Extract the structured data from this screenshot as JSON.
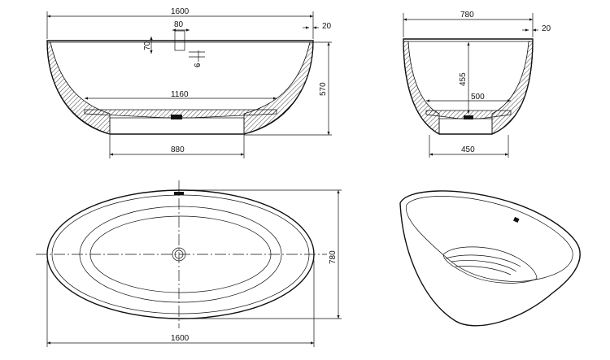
{
  "drawing": {
    "front_view": {
      "overall_length": "1600",
      "rim_thickness": "20",
      "drain_width": "80",
      "drain_height": "70",
      "drain_depth": "6",
      "overall_height": "570",
      "inner_bottom_length": "1160",
      "base_length": "880"
    },
    "side_view": {
      "overall_width": "780",
      "rim_thickness": "20",
      "inner_depth": "455",
      "inner_bottom_width": "500",
      "base_width": "450"
    },
    "top_view": {
      "overall_length": "1600",
      "overall_width": "780"
    }
  }
}
